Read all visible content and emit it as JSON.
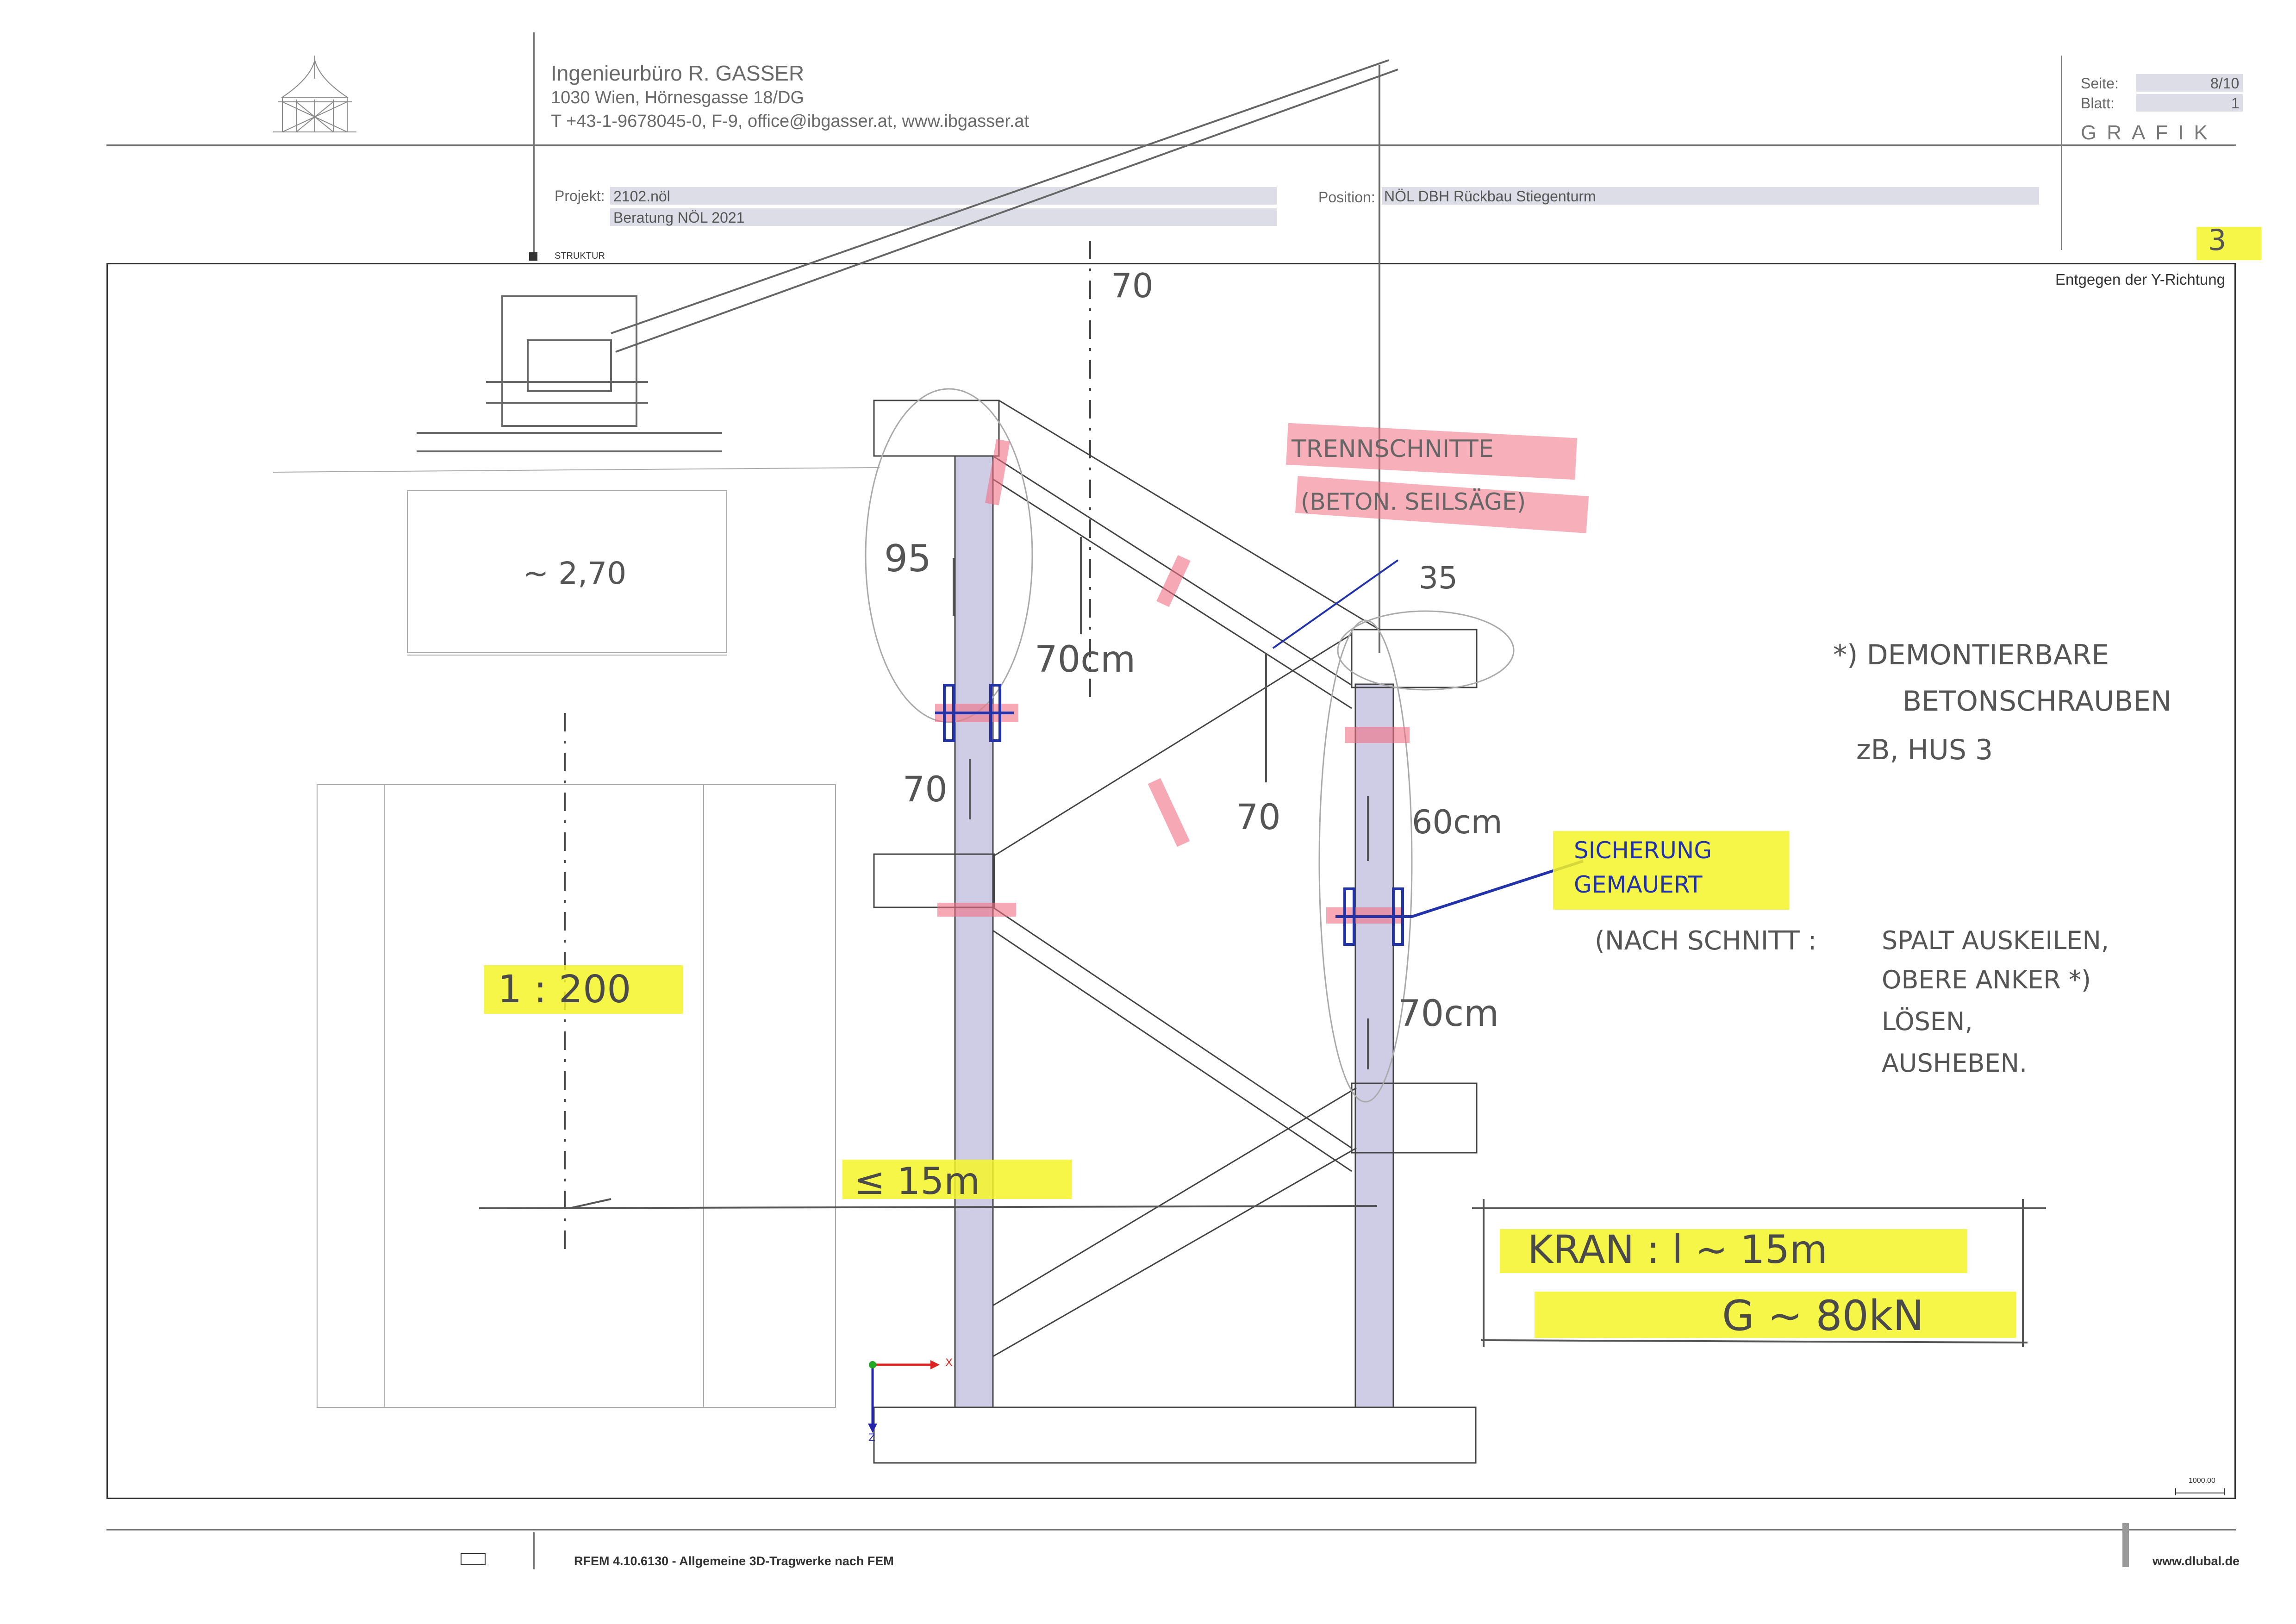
{
  "header": {
    "company": "Ingenieurbüro R. GASSER",
    "address": "1030 Wien, Hörnesgasse 18/DG",
    "contact": "T +43-1-9678045-0,  F-9,  office@ibgasser.at,  www.ibgasser.at",
    "seite_label": "Seite:",
    "seite_value": "8/10",
    "blatt_label": "Blatt:",
    "blatt_value": "1",
    "section": "GRAFIK"
  },
  "project": {
    "projekt_label": "Projekt:",
    "projekt_value": "2102.nöl",
    "projekt_sub": "Beratung NÖL 2021",
    "position_label": "Position:",
    "position_value": "NÖL DBH Rückbau Stiegenturm",
    "struktur_label": "STRUKTUR"
  },
  "drawing": {
    "view_label": "Entgegen der Y-Richtung",
    "scale_bar": "1000.00",
    "axis_x": "X",
    "axis_z": "Z",
    "sheet_number": "3"
  },
  "annotations": {
    "trennschnitte": "TRENNSCHNITTE",
    "trennschnitte_sub": "(BETON. SEILSÄGE)",
    "dim_70_top": "70",
    "dim_2_70": "~ 2,70",
    "dim_95": "95",
    "dim_70cm_a": "70cm",
    "dim_70_a": "70",
    "dim_70_b": "70",
    "dim_35": "35",
    "dim_60cm": "60cm",
    "dim_70cm_b": "70cm",
    "scale": "1 : 200",
    "le_15m": "≤ 15m",
    "sicherung": "SICHERUNG GEMAUERT",
    "nach_schnitt": "(NACH SCHNITT :",
    "note_right_1": "SPALT AUSKEILEN,",
    "note_right_2": "OBERE ANKER *)",
    "note_right_3": "LÖSEN,",
    "note_right_4": "AUSHEBEN.",
    "footnote_1": "*) DEMONTIERBARE",
    "footnote_2": "BETONSCHRAUBEN",
    "footnote_3": "zB, HUS 3",
    "kran_1": "KRAN : l ~ 15m",
    "kran_2": "G ~ 80kN"
  },
  "footer": {
    "software": "RFEM 4.10.6130 - Allgemeine 3D-Tragwerke nach FEM",
    "website": "www.dlubal.de"
  },
  "colors": {
    "highlight_yellow": "#f5f528",
    "highlight_red": "#f06e82",
    "wall_fill": "#cfcde6",
    "pen_blue": "#2233aa",
    "pen_gray": "#555555"
  }
}
